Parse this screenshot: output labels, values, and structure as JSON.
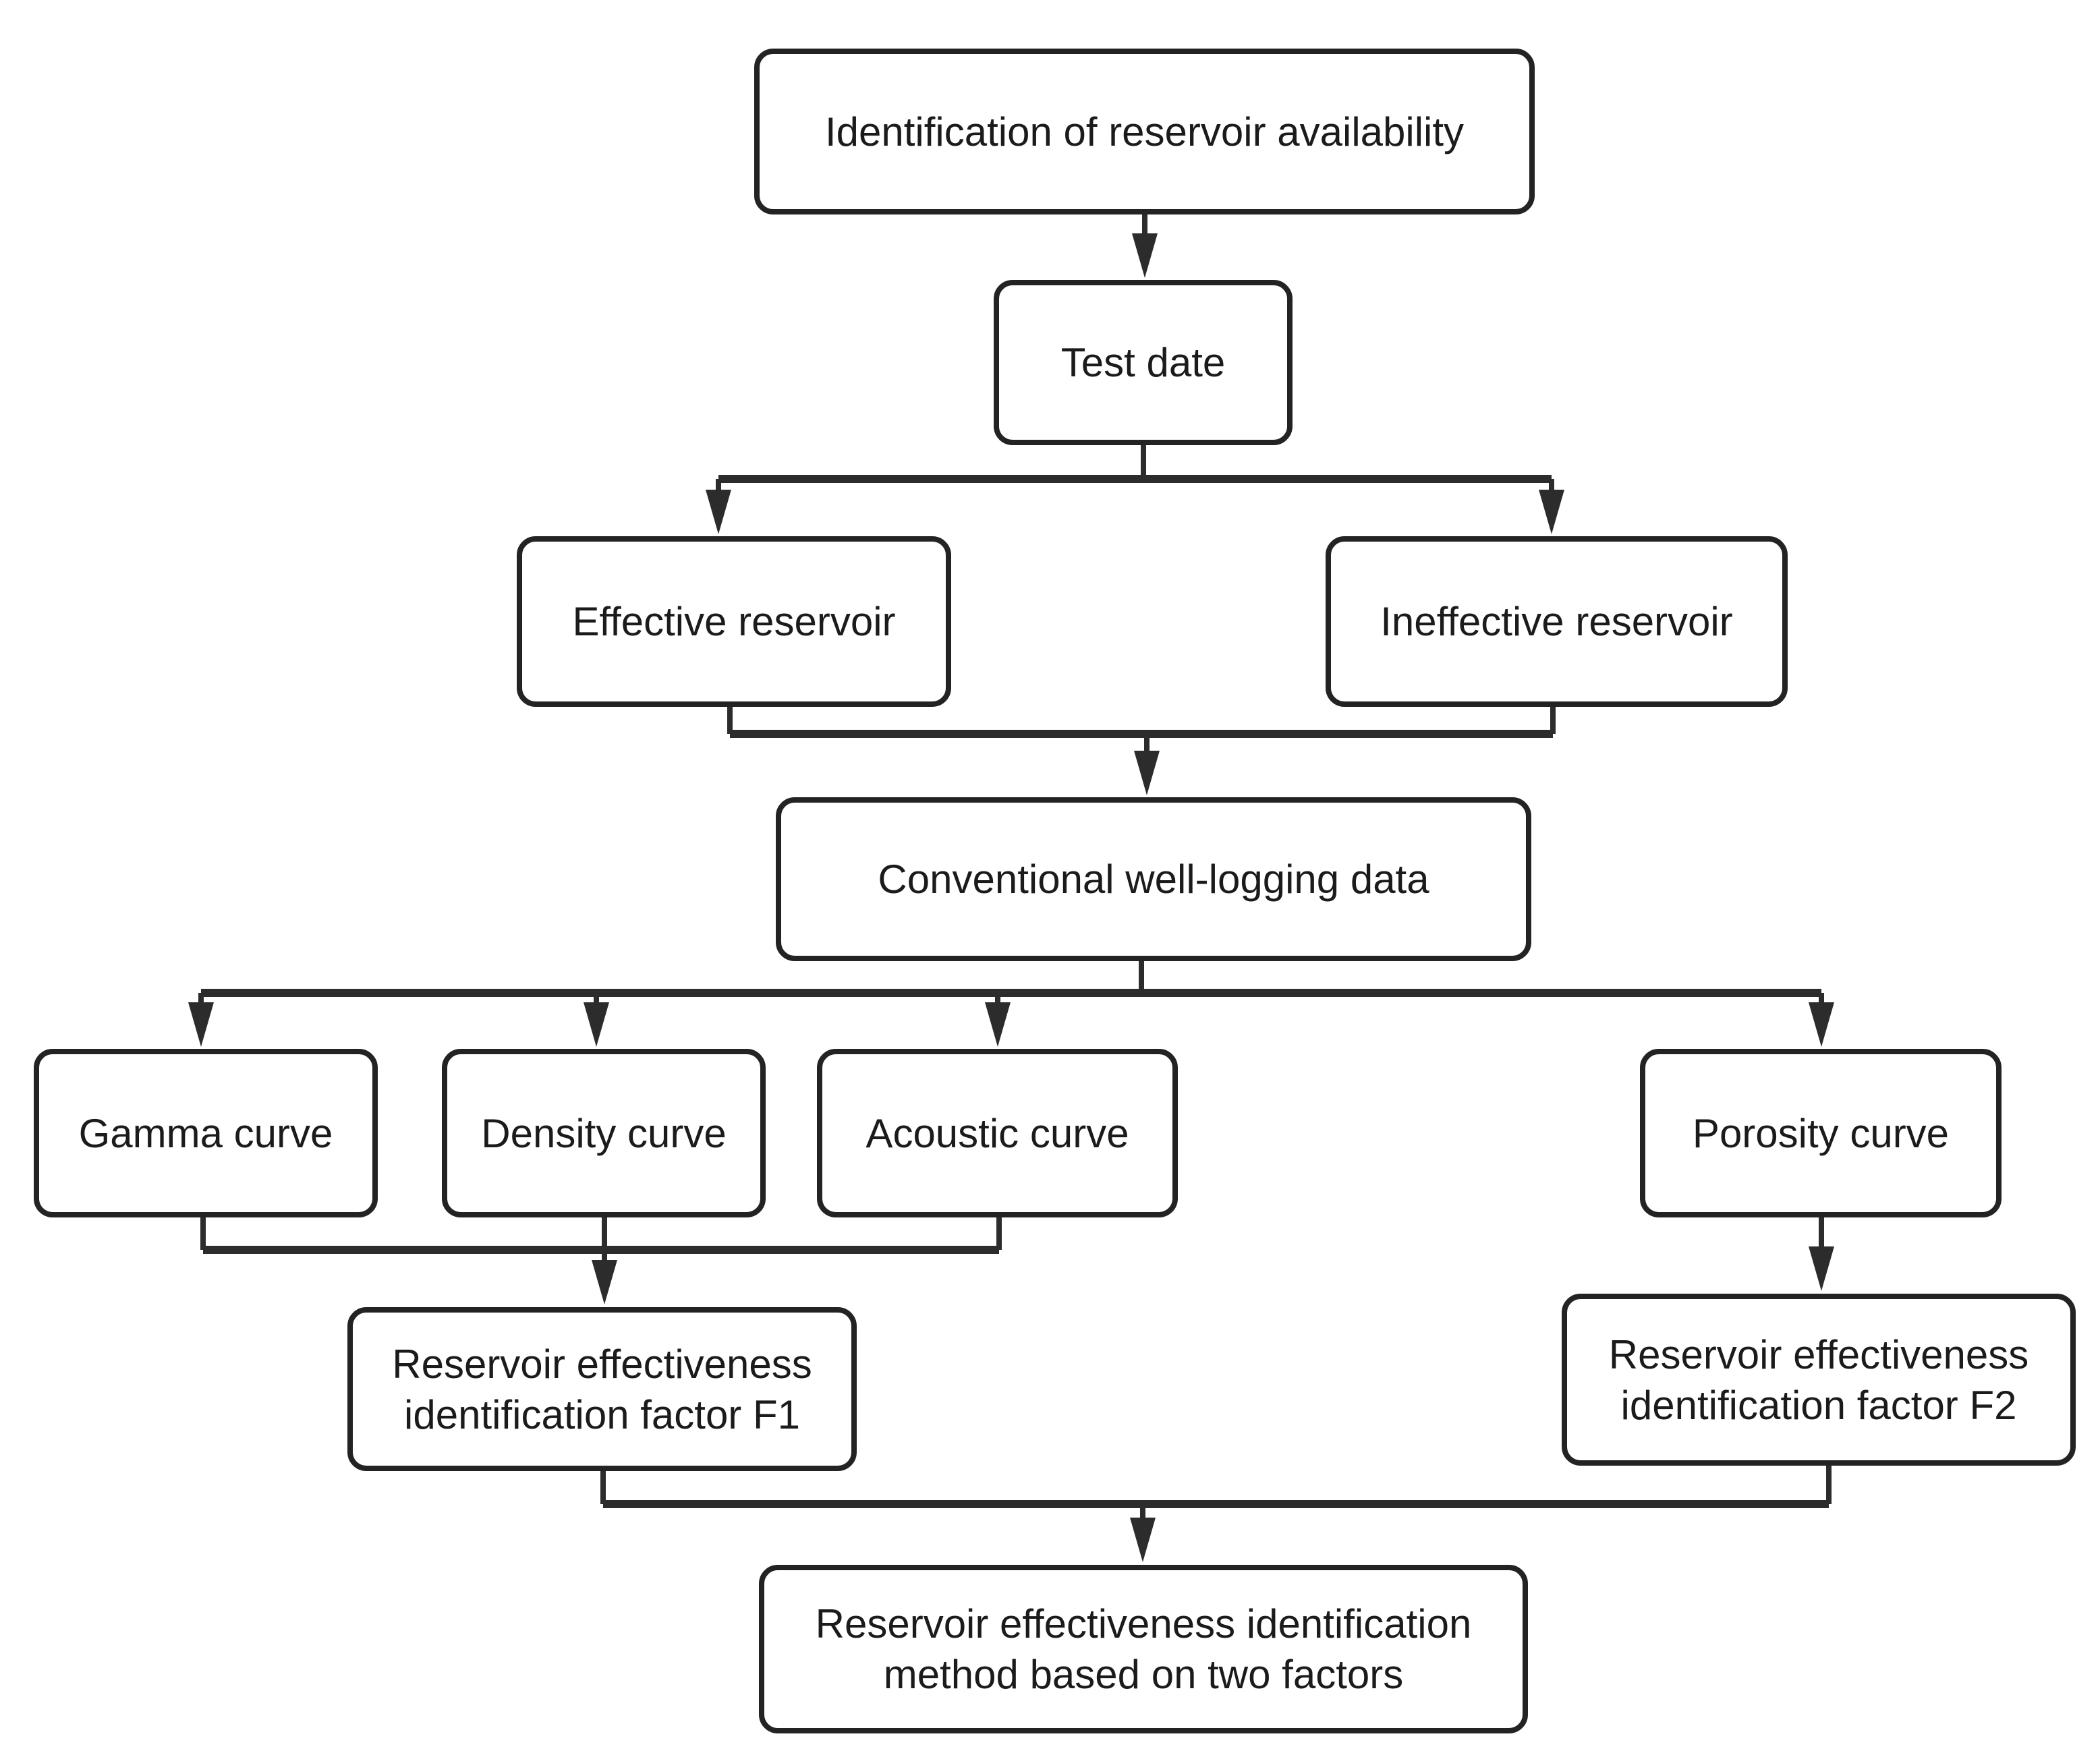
{
  "diagram": {
    "type": "flowchart",
    "colors": {
      "background": "#ffffff",
      "box_fill": "#ffffff",
      "box_border": "#232323",
      "line": "#2c2c2c",
      "text": "#1b1b1b"
    },
    "nodes": {
      "identification": {
        "lines": [
          "Identification of reservoir availability"
        ]
      },
      "test_date": {
        "lines": [
          "Test date"
        ]
      },
      "effective": {
        "lines": [
          "Effective reservoir"
        ]
      },
      "ineffective": {
        "lines": [
          "Ineffective reservoir"
        ]
      },
      "conventional": {
        "lines": [
          "Conventional well-logging data"
        ]
      },
      "gamma": {
        "lines": [
          "Gamma curve"
        ]
      },
      "density": {
        "lines": [
          "Density curve"
        ]
      },
      "acoustic": {
        "lines": [
          "Acoustic curve"
        ]
      },
      "porosity": {
        "lines": [
          "Porosity curve"
        ]
      },
      "f1": {
        "lines": [
          "Reservoir effectiveness",
          "identification factor F1"
        ]
      },
      "f2": {
        "lines": [
          "Reservoir effectiveness",
          "identification factor F2"
        ]
      },
      "method": {
        "lines": [
          "Reservoir effectiveness identification",
          "method based on two factors"
        ]
      }
    },
    "edges": [
      {
        "from": "identification",
        "to": "test_date"
      },
      {
        "from": "test_date",
        "to": "effective"
      },
      {
        "from": "test_date",
        "to": "ineffective"
      },
      {
        "from": "effective",
        "to": "conventional"
      },
      {
        "from": "ineffective",
        "to": "conventional"
      },
      {
        "from": "conventional",
        "to": "gamma"
      },
      {
        "from": "conventional",
        "to": "density"
      },
      {
        "from": "conventional",
        "to": "acoustic"
      },
      {
        "from": "conventional",
        "to": "porosity"
      },
      {
        "from": "gamma",
        "to": "f1"
      },
      {
        "from": "density",
        "to": "f1"
      },
      {
        "from": "acoustic",
        "to": "f1"
      },
      {
        "from": "porosity",
        "to": "f2"
      },
      {
        "from": "f1",
        "to": "method"
      },
      {
        "from": "f2",
        "to": "method"
      }
    ]
  }
}
